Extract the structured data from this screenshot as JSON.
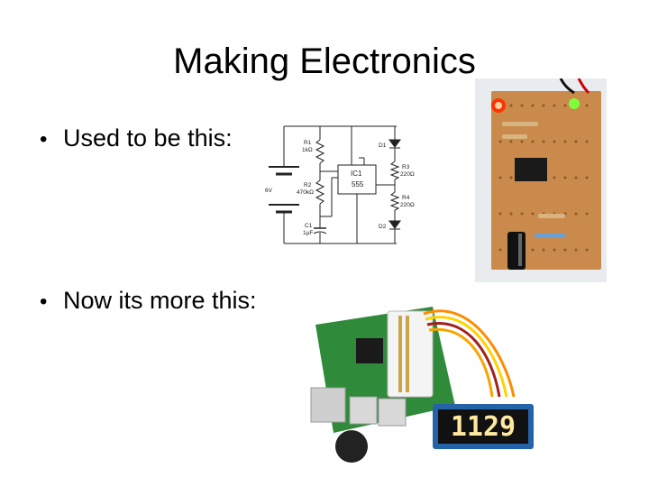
{
  "slide": {
    "title": "Making Electronics",
    "bullets": [
      {
        "text": "Used to be this:"
      },
      {
        "text": "Now its more this:"
      }
    ]
  },
  "schematic": {
    "labels": {
      "battery": "6V",
      "r1": "R1",
      "r1_val": "1kΩ",
      "r2": "R2",
      "r2_val": "470kΩ",
      "c1": "C1",
      "c1_val": "1µF",
      "ic": "IC1",
      "ic_val": "555",
      "d1": "D1",
      "d2": "D2",
      "r3": "R3",
      "r3_val": "220Ω",
      "r4": "R4",
      "r4_val": "220Ω"
    }
  },
  "display": {
    "digits": "1129"
  },
  "colors": {
    "stripboard": "#c98a4b",
    "pcb_green": "#2f8a3a",
    "led_red": "#ff3300",
    "led_green": "#7dff3a",
    "display_digit": "#ffe9a0"
  }
}
